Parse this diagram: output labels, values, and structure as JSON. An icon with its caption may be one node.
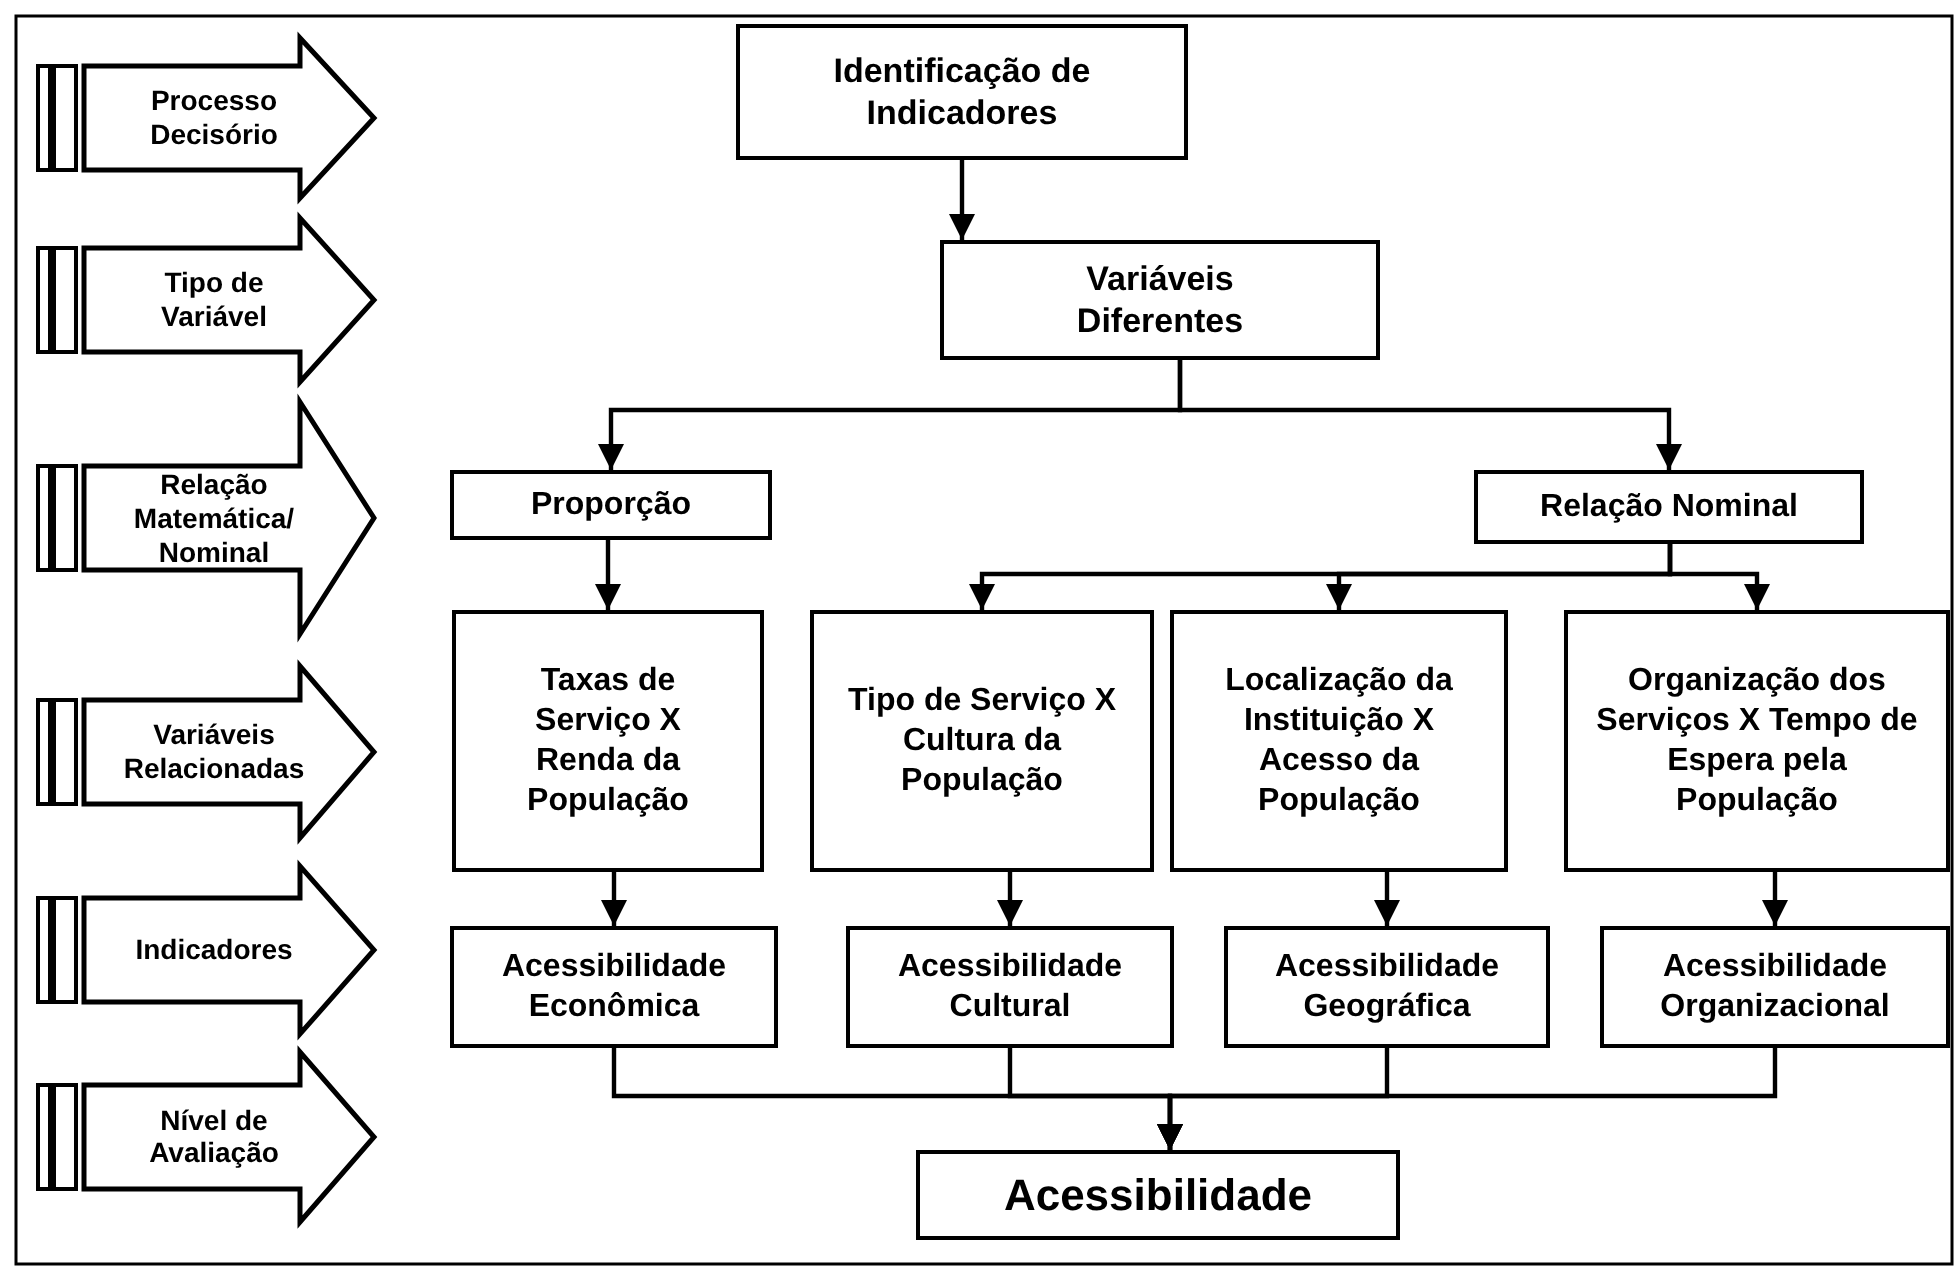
{
  "diagram": {
    "nodes": [
      {
        "text": [
          "Processo Decisório"
        ]
      },
      {
        "text": [
          "Tipo de Variável"
        ]
      },
      {
        "text": [
          "Relação Matemática/ Nominal"
        ]
      },
      {
        "text": [
          "Variáveis Relacionadas"
        ]
      },
      {
        "text": [
          "Indicadores"
        ]
      },
      {
        "text": [
          "Nível de Avaliação"
        ]
      },
      {
        "text": [
          "Identificação de Indicadores"
        ]
      },
      {
        "text": [
          "Variáveis Diferentes"
        ]
      },
      {
        "text": [
          "Proporção"
        ]
      },
      {
        "text": [
          "Relação Nominal"
        ]
      },
      {
        "text": [
          "Taxas de Serviço X Renda da População"
        ]
      },
      {
        "text": [
          "Tipo de Serviço X Cultura da População"
        ]
      },
      {
        "text": [
          "Localização da Instituição X Acesso da População"
        ]
      },
      {
        "text": [
          "Organização dos Serviços X Tempo de Espera pela População"
        ]
      },
      {
        "text": [
          "Acessibilidade Econômica"
        ]
      },
      {
        "text": [
          "Acessibilidade Cultural"
        ]
      },
      {
        "text": [
          "Acessibilidade Geográfica"
        ]
      },
      {
        "text": [
          "Acessibilidade Organizacional"
        ]
      },
      {
        "text": [
          "Acessibilidade"
        ]
      }
    ],
    "edges": [
      {
        "from": 6,
        "to": 7,
        "arrow": "to"
      },
      {
        "from": 7,
        "to": 8,
        "arrow": "to"
      },
      {
        "from": 7,
        "to": 9,
        "arrow": "to"
      },
      {
        "from": 8,
        "to": 10,
        "arrow": "to"
      },
      {
        "from": 9,
        "to": 11,
        "arrow": "to"
      },
      {
        "from": 9,
        "to": 12,
        "arrow": "to"
      },
      {
        "from": 9,
        "to": 13,
        "arrow": "to"
      },
      {
        "from": 10,
        "to": 14,
        "arrow": "to"
      },
      {
        "from": 11,
        "to": 15,
        "arrow": "to"
      },
      {
        "from": 12,
        "to": 16,
        "arrow": "to"
      },
      {
        "from": 13,
        "to": 17,
        "arrow": "to"
      },
      {
        "from": 14,
        "to": 18,
        "arrow": "to"
      },
      {
        "from": 15,
        "to": 18,
        "arrow": "to"
      },
      {
        "from": 16,
        "to": 18,
        "arrow": "to"
      },
      {
        "from": 17,
        "to": 18,
        "arrow": "to"
      }
    ]
  }
}
